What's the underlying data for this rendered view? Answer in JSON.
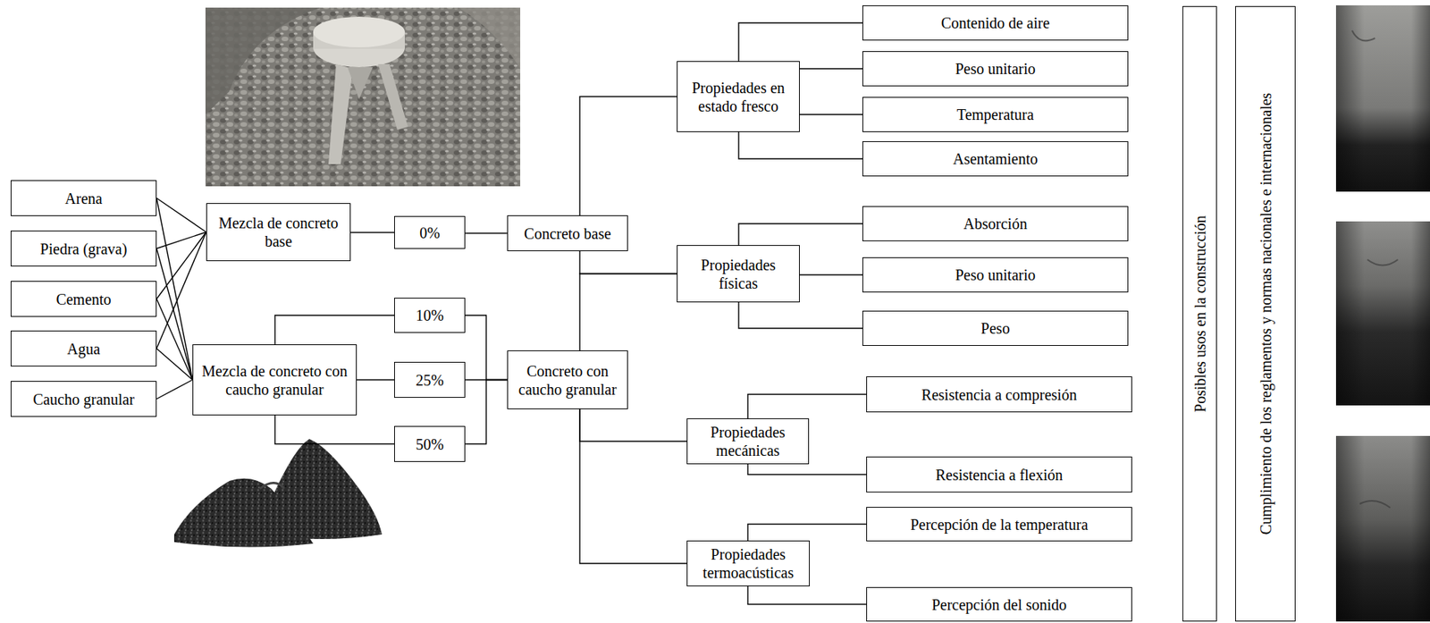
{
  "diagram": {
    "nodes": [
      {
        "text": [
          "Arena"
        ]
      },
      {
        "text": [
          "Piedra (grava)"
        ]
      },
      {
        "text": [
          "Cemento"
        ]
      },
      {
        "text": [
          "Agua"
        ]
      },
      {
        "text": [
          "Caucho granular"
        ]
      },
      {
        "text": [
          "Mezcla de concreto base"
        ]
      },
      {
        "text": [
          "Mezcla de concreto con caucho granular"
        ]
      },
      {
        "text": [
          "0%"
        ]
      },
      {
        "text": [
          "10%"
        ]
      },
      {
        "text": [
          "25%"
        ]
      },
      {
        "text": [
          "50%"
        ]
      },
      {
        "text": [
          "Concreto base"
        ]
      },
      {
        "text": [
          "Concreto con caucho granular"
        ]
      },
      {
        "text": [
          "Propiedades en estado fresco"
        ]
      },
      {
        "text": [
          "Contenido de aire"
        ]
      },
      {
        "text": [
          "Peso unitario"
        ]
      },
      {
        "text": [
          "Temperatura"
        ]
      },
      {
        "text": [
          "Asentamiento"
        ]
      },
      {
        "text": [
          "Propiedades físicas"
        ]
      },
      {
        "text": [
          "Absorción"
        ]
      },
      {
        "text": [
          "Peso unitario"
        ]
      },
      {
        "text": [
          "Peso"
        ]
      },
      {
        "text": [
          "Propiedades mecánicas"
        ]
      },
      {
        "text": [
          "Resistencia a compresión"
        ]
      },
      {
        "text": [
          "Resistencia a flexión"
        ]
      },
      {
        "text": [
          "Propiedades termoacústicas"
        ]
      },
      {
        "text": [
          "Percepción de la temperatura"
        ]
      },
      {
        "text": [
          "Percepción del sonido"
        ]
      },
      {
        "text": [
          "Posibles usos en la construcción"
        ]
      },
      {
        "text": [
          "Cumplimiento de los reglamentos y normas nacionales e internacionales"
        ]
      }
    ],
    "edges": [
      {
        "from": 0,
        "to": 5,
        "arrow": "none"
      },
      {
        "from": 1,
        "to": 5,
        "arrow": "none"
      },
      {
        "from": 2,
        "to": 5,
        "arrow": "none"
      },
      {
        "from": 3,
        "to": 5,
        "arrow": "none"
      },
      {
        "from": 0,
        "to": 6,
        "arrow": "none"
      },
      {
        "from": 1,
        "to": 6,
        "arrow": "none"
      },
      {
        "from": 2,
        "to": 6,
        "arrow": "none"
      },
      {
        "from": 3,
        "to": 6,
        "arrow": "none"
      },
      {
        "from": 4,
        "to": 6,
        "arrow": "none"
      },
      {
        "from": 5,
        "to": 7,
        "arrow": "none"
      },
      {
        "from": 7,
        "to": 11,
        "arrow": "none"
      },
      {
        "from": 6,
        "to": 8,
        "arrow": "none"
      },
      {
        "from": 6,
        "to": 9,
        "arrow": "none"
      },
      {
        "from": 6,
        "to": 10,
        "arrow": "none"
      },
      {
        "from": 8,
        "to": 12,
        "arrow": "none"
      },
      {
        "from": 9,
        "to": 12,
        "arrow": "none"
      },
      {
        "from": 10,
        "to": 12,
        "arrow": "none"
      },
      {
        "from": 11,
        "to": 13,
        "arrow": "none"
      },
      {
        "from": 11,
        "to": 18,
        "arrow": "none"
      },
      {
        "from": 12,
        "to": 18,
        "arrow": "none"
      },
      {
        "from": 12,
        "to": 22,
        "arrow": "none"
      },
      {
        "from": 12,
        "to": 25,
        "arrow": "none"
      },
      {
        "from": 13,
        "to": 14,
        "arrow": "none"
      },
      {
        "from": 13,
        "to": 15,
        "arrow": "none"
      },
      {
        "from": 13,
        "to": 16,
        "arrow": "none"
      },
      {
        "from": 13,
        "to": 17,
        "arrow": "none"
      },
      {
        "from": 18,
        "to": 19,
        "arrow": "none"
      },
      {
        "from": 18,
        "to": 20,
        "arrow": "none"
      },
      {
        "from": 18,
        "to": 21,
        "arrow": "none"
      },
      {
        "from": 22,
        "to": 23,
        "arrow": "none"
      },
      {
        "from": 22,
        "to": 24,
        "arrow": "none"
      },
      {
        "from": 25,
        "to": 26,
        "arrow": "none"
      },
      {
        "from": 25,
        "to": 27,
        "arrow": "none"
      }
    ]
  }
}
